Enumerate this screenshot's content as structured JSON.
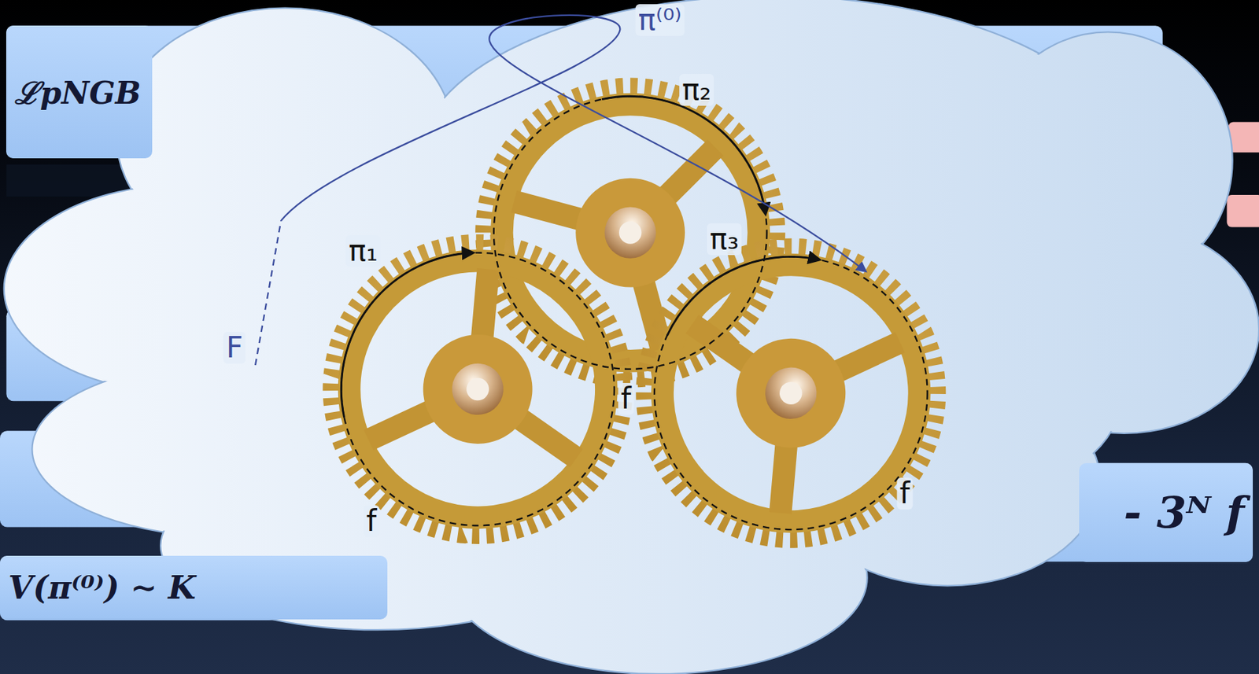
{
  "diagram": {
    "nodes": [
      {
        "text": [
          "ℒpNGB"
        ]
      },
      {
        "text": [
          "- 3ᴺ f"
        ]
      },
      {
        "text": [
          "V(π⁽⁰⁾) ∼ K"
        ]
      }
    ],
    "labels": [
      "π⁽⁰⁾",
      "π₂",
      "π₁",
      "π₃",
      "F",
      "f",
      "f",
      "f"
    ]
  }
}
